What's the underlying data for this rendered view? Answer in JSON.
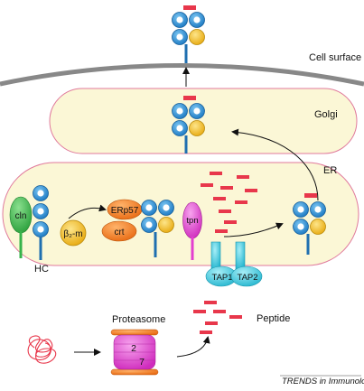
{
  "labels": {
    "cell_surface": "Cell surface",
    "golgi": "Golgi",
    "er": "ER",
    "hc": "HC",
    "peptide": "Peptide",
    "proteasome": "Proteasome",
    "credit": "TRENDS in Immunology"
  },
  "molecules": {
    "cln": "cln",
    "b2m": "β₂-m",
    "erp57": "ERp57",
    "crt": "crt",
    "tpn": "tpn",
    "tap1": "TAP1",
    "tap2": "TAP2",
    "proteasome_top": "2",
    "proteasome_bottom": "7"
  },
  "colors": {
    "mhc_blue": "#1f8ed6",
    "b2m_yellow": "#f3c51d",
    "peptide_red": "#e8374b",
    "chaperone_orange": "#ef7d1f",
    "calnexin_green": "#35b34a",
    "tapasin_magenta": "#e33fd0",
    "tap_cyan": "#33c9e0",
    "organelle_fill": "#fbf7d6",
    "organelle_border": "#e07a9c",
    "membrane_gray": "#888888"
  }
}
